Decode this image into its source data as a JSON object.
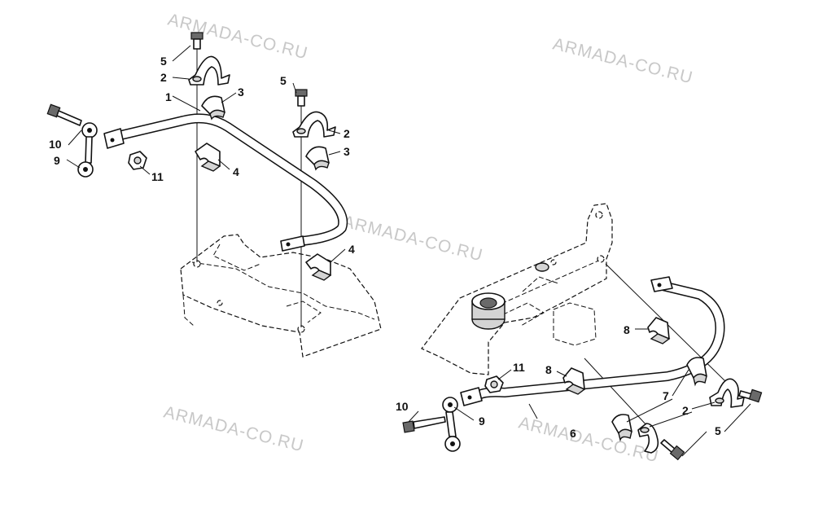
{
  "watermark": "ARMADA-CO.RU",
  "callouts": {
    "front_assembly": {
      "c1": "1",
      "c2a": "2",
      "c2b": "2",
      "c3a": "3",
      "c3b": "3",
      "c4a": "4",
      "c4b": "4",
      "c5a": "5",
      "c5b": "5",
      "c9": "9",
      "c10": "10",
      "c11": "11"
    },
    "rear_assembly": {
      "c2": "2",
      "c5": "5",
      "c6": "6",
      "c7": "7",
      "c8a": "8",
      "c8b": "8",
      "c9": "9",
      "c10": "10",
      "c11": "11"
    }
  }
}
